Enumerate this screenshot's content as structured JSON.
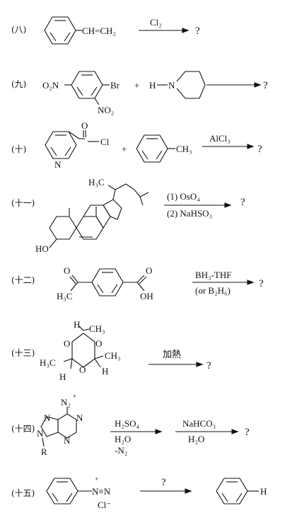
{
  "problems": [
    {
      "num": "(八)",
      "reagent": "Cl₂",
      "substituent": "CH=CH₂",
      "answer": "?"
    },
    {
      "num": "(九)",
      "left_group": "O₂N",
      "halogen": "Br",
      "plus": "+",
      "amine_h": "H",
      "amine_n": "N",
      "ortho_group": "NO₂",
      "answer": "?"
    },
    {
      "num": "(十)",
      "carbonyl_o": "O",
      "acyl_cl": "Cl",
      "ring_n": "N",
      "plus": "+",
      "methyl": "CH₃",
      "reagent": "AlCl₃",
      "answer": "?"
    },
    {
      "num": "(十一)",
      "side_chain": "H₃C",
      "hydroxyl": "HO",
      "reagent1": "(1) OsO₄",
      "reagent2": "(2) NaHSO₃",
      "answer": "?"
    },
    {
      "num": "(十二)",
      "ketone_o": "O",
      "acid_o": "O",
      "methyl": "H₃C",
      "acid_oh": "OH",
      "reagent1": "BH₃-THF",
      "reagent2": "(or B₂H₆)",
      "answer": "?"
    },
    {
      "num": "(十三)",
      "h_top": "H",
      "ch3_top": "CH₃",
      "ring_o1": "O",
      "ring_o2": "O",
      "ring_o3": "O",
      "ch3_left": "H₃C",
      "ch3_right": "CH₃",
      "h_left": "H",
      "h_right": "H",
      "reagent": "加熱",
      "answer": "?"
    },
    {
      "num": "(十四)",
      "diazo": "N₂",
      "diazo_charge": "+",
      "n1": "N",
      "n2": "N",
      "n3": "N",
      "n4": "N",
      "r_group": "R",
      "reagent1a": "H₂SO₄",
      "reagent1b": "H₂O",
      "reagent1c": "-N₂",
      "reagent2a": "NaHCO₃",
      "reagent2b": "H₂O",
      "answer": "?"
    },
    {
      "num": "(十五)",
      "diazonium": "N≡N",
      "n_plus": "+",
      "counter_ion": "Cl⁻",
      "reagent": "?",
      "product_h": "H"
    }
  ]
}
